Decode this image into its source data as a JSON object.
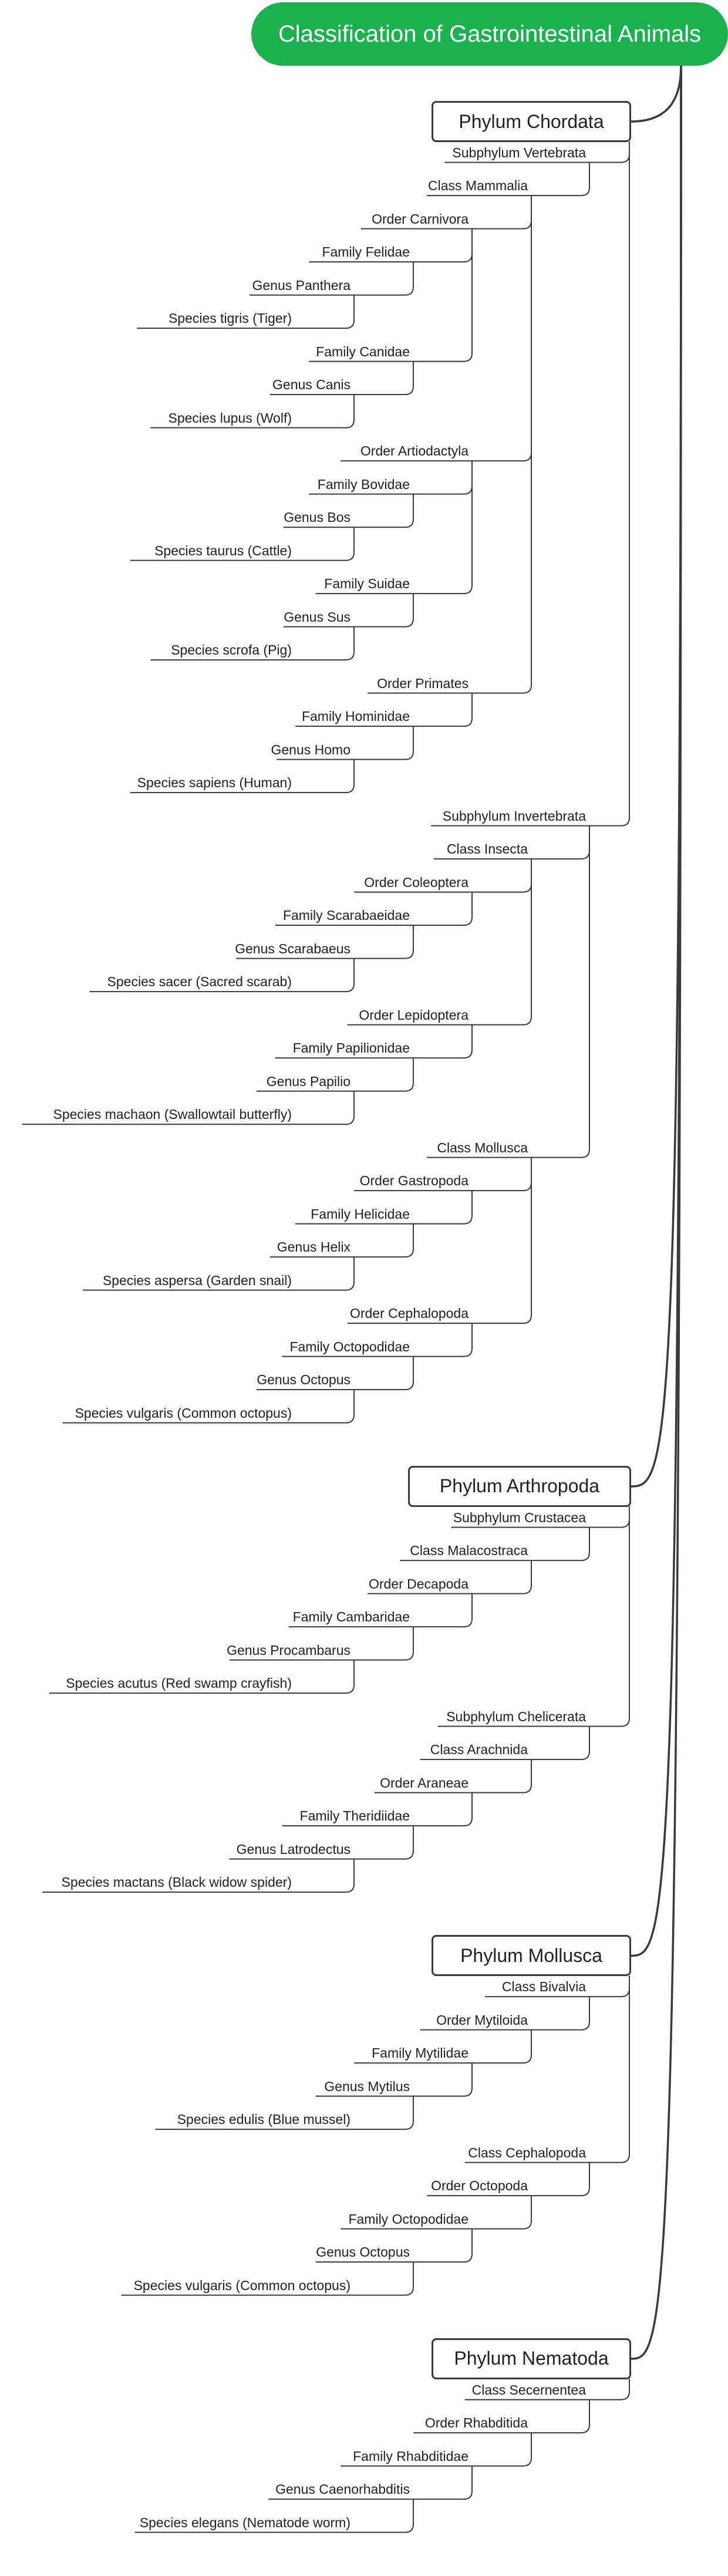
{
  "title": "Classification of Gastrointestinal Animals",
  "colors": {
    "root_fill": "#19b24f",
    "root_text": "#ffffff",
    "line": "#3a3a3a"
  },
  "tree": [
    {
      "label": "Phylum Chordata",
      "children": [
        {
          "label": "Subphylum Vertebrata",
          "children": [
            {
              "label": "Class Mammalia",
              "children": [
                {
                  "label": "Order Carnivora",
                  "children": [
                    {
                      "label": "Family Felidae",
                      "children": [
                        {
                          "label": "Genus Panthera",
                          "children": [
                            {
                              "label": "Species tigris (Tiger)"
                            }
                          ]
                        }
                      ]
                    },
                    {
                      "label": "Family Canidae",
                      "children": [
                        {
                          "label": "Genus Canis",
                          "children": [
                            {
                              "label": "Species lupus (Wolf)"
                            }
                          ]
                        }
                      ]
                    }
                  ]
                },
                {
                  "label": "Order Artiodactyla",
                  "children": [
                    {
                      "label": "Family Bovidae",
                      "children": [
                        {
                          "label": "Genus Bos",
                          "children": [
                            {
                              "label": "Species taurus (Cattle)"
                            }
                          ]
                        }
                      ]
                    },
                    {
                      "label": "Family Suidae",
                      "children": [
                        {
                          "label": "Genus Sus",
                          "children": [
                            {
                              "label": "Species scrofa (Pig)"
                            }
                          ]
                        }
                      ]
                    }
                  ]
                },
                {
                  "label": "Order Primates",
                  "children": [
                    {
                      "label": "Family Hominidae",
                      "children": [
                        {
                          "label": "Genus Homo",
                          "children": [
                            {
                              "label": "Species sapiens (Human)"
                            }
                          ]
                        }
                      ]
                    }
                  ]
                }
              ]
            }
          ]
        },
        {
          "label": "Subphylum Invertebrata",
          "children": [
            {
              "label": "Class Insecta",
              "children": [
                {
                  "label": "Order Coleoptera",
                  "children": [
                    {
                      "label": "Family Scarabaeidae",
                      "children": [
                        {
                          "label": "Genus Scarabaeus",
                          "children": [
                            {
                              "label": "Species sacer (Sacred scarab)"
                            }
                          ]
                        }
                      ]
                    }
                  ]
                },
                {
                  "label": "Order Lepidoptera",
                  "children": [
                    {
                      "label": "Family Papilionidae",
                      "children": [
                        {
                          "label": "Genus Papilio",
                          "children": [
                            {
                              "label": "Species machaon (Swallowtail butterfly)"
                            }
                          ]
                        }
                      ]
                    }
                  ]
                }
              ]
            },
            {
              "label": "Class Mollusca",
              "children": [
                {
                  "label": "Order Gastropoda",
                  "children": [
                    {
                      "label": "Family Helicidae",
                      "children": [
                        {
                          "label": "Genus Helix",
                          "children": [
                            {
                              "label": "Species aspersa (Garden snail)"
                            }
                          ]
                        }
                      ]
                    }
                  ]
                },
                {
                  "label": "Order Cephalopoda",
                  "children": [
                    {
                      "label": "Family Octopodidae",
                      "children": [
                        {
                          "label": "Genus Octopus",
                          "children": [
                            {
                              "label": "Species vulgaris (Common octopus)"
                            }
                          ]
                        }
                      ]
                    }
                  ]
                }
              ]
            }
          ]
        }
      ]
    },
    {
      "label": "Phylum Arthropoda",
      "children": [
        {
          "label": "Subphylum Crustacea",
          "children": [
            {
              "label": "Class Malacostraca",
              "children": [
                {
                  "label": "Order Decapoda",
                  "children": [
                    {
                      "label": "Family Cambaridae",
                      "children": [
                        {
                          "label": "Genus Procambarus",
                          "children": [
                            {
                              "label": "Species acutus (Red swamp crayfish)"
                            }
                          ]
                        }
                      ]
                    }
                  ]
                }
              ]
            }
          ]
        },
        {
          "label": "Subphylum Chelicerata",
          "children": [
            {
              "label": "Class Arachnida",
              "children": [
                {
                  "label": "Order Araneae",
                  "children": [
                    {
                      "label": "Family Theridiidae",
                      "children": [
                        {
                          "label": "Genus Latrodectus",
                          "children": [
                            {
                              "label": "Species mactans (Black widow spider)"
                            }
                          ]
                        }
                      ]
                    }
                  ]
                }
              ]
            }
          ]
        }
      ]
    },
    {
      "label": "Phylum Mollusca",
      "children": [
        {
          "label": "Class Bivalvia",
          "children": [
            {
              "label": "Order Mytiloida",
              "children": [
                {
                  "label": "Family Mytilidae",
                  "children": [
                    {
                      "label": "Genus Mytilus",
                      "children": [
                        {
                          "label": "Species edulis (Blue mussel)"
                        }
                      ]
                    }
                  ]
                }
              ]
            }
          ]
        },
        {
          "label": "Class Cephalopoda",
          "children": [
            {
              "label": "Order Octopoda",
              "children": [
                {
                  "label": "Family Octopodidae",
                  "children": [
                    {
                      "label": "Genus Octopus",
                      "children": [
                        {
                          "label": "Species vulgaris (Common octopus)"
                        }
                      ]
                    }
                  ]
                }
              ]
            }
          ]
        }
      ]
    },
    {
      "label": "Phylum Nematoda",
      "children": [
        {
          "label": "Class Secernentea",
          "children": [
            {
              "label": "Order Rhabditida",
              "children": [
                {
                  "label": "Family Rhabditidae",
                  "children": [
                    {
                      "label": "Genus Caenorhabditis",
                      "children": [
                        {
                          "label": "Species elegans (Nematode worm)"
                        }
                      ]
                    }
                  ]
                }
              ]
            }
          ]
        }
      ]
    }
  ]
}
